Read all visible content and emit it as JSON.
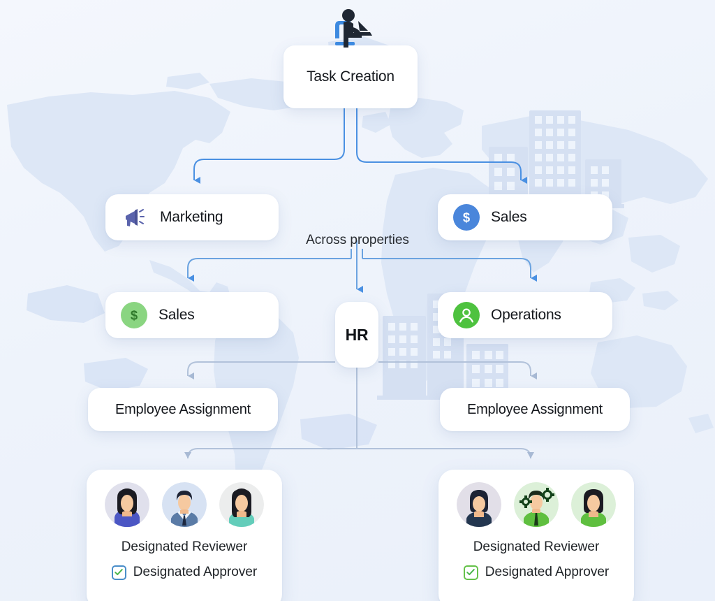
{
  "diagram": {
    "title": "Task Creation",
    "background": {
      "map_name": "world-map-watermark",
      "buildings_name": "city-skyline-watermark",
      "base_color": "#eef3fb",
      "map_color": "#dde6f5",
      "building_color": "#dce5f4"
    },
    "caption": "Across properties",
    "colors": {
      "connector_primary": "#4a90e2",
      "connector_muted": "#aebdd6",
      "sales_blue": "#4a86db",
      "sales_green": "#7ed07a",
      "operations_green": "#4ec23f",
      "marketing_purple": "#5a63ac",
      "checkbox_blue": "#4a8ec9",
      "checkbox_green": "#66c24a",
      "card_white": "#ffffff",
      "text_dark": "#14171c"
    },
    "nodes": {
      "task_creation": {
        "label": "Task Creation",
        "icon": "person-at-laptop-icon"
      },
      "marketing": {
        "label": "Marketing",
        "icon": "megaphone-icon"
      },
      "sales_top": {
        "label": "Sales",
        "icon": "dollar-circle-blue-icon"
      },
      "sales_mid": {
        "label": "Sales",
        "icon": "dollar-circle-green-icon"
      },
      "operations": {
        "label": "Operations",
        "icon": "person-circle-green-icon"
      },
      "hr": {
        "label": "HR"
      },
      "employee_assignment_left": {
        "label": "Employee Assignment"
      },
      "employee_assignment_right": {
        "label": "Employee Assignment"
      }
    },
    "approver_cards": [
      {
        "side": "left",
        "reviewer_label": "Designated Reviewer",
        "approver_label": "Designated Approver",
        "checkbox_checked": true,
        "checkbox_color": "#4a8ec9",
        "avatars": [
          {
            "name": "avatar-woman-purple",
            "bg": "#e0e0ec",
            "hair": "#1b1b22",
            "shirt": "#4b56c4",
            "skin": "#f6c9a0"
          },
          {
            "name": "avatar-man-suit",
            "bg": "#d7e2f3",
            "hair": "#1d2334",
            "shirt": "#5a7ba6",
            "skin": "#f6c9a0"
          },
          {
            "name": "avatar-woman-teal",
            "bg": "#eceded",
            "hair": "#1b1b22",
            "shirt": "#63cdba",
            "skin": "#f6c9a0"
          }
        ]
      },
      {
        "side": "right",
        "reviewer_label": "Designated Reviewer",
        "approver_label": "Designated Approver",
        "checkbox_checked": true,
        "checkbox_color": "#66c24a",
        "avatars": [
          {
            "name": "avatar-woman-navy",
            "bg": "#e2dfe8",
            "hair": "#1d2334",
            "shirt": "#23364f",
            "skin": "#f6c9a0"
          },
          {
            "name": "avatar-man-gears",
            "bg": "#dcf0d8",
            "hair": "#1b2a1b",
            "shirt": "#5fbf3f",
            "skin": "#f6c9a0"
          },
          {
            "name": "avatar-woman-green",
            "bg": "#dcf0d8",
            "hair": "#1b1b22",
            "shirt": "#5fbf3f",
            "skin": "#f6c9a0"
          }
        ]
      }
    ],
    "connectors": [
      {
        "name": "task-to-marketing",
        "from": "task_creation",
        "to": "marketing",
        "style": "primary"
      },
      {
        "name": "task-to-sales-top",
        "from": "task_creation",
        "to": "sales_top",
        "style": "primary"
      },
      {
        "name": "row-to-sales-mid",
        "from": "sales_top",
        "to": "sales_mid",
        "style": "primary"
      },
      {
        "name": "row-to-hr",
        "from": "sales_top",
        "to": "hr",
        "style": "primary"
      },
      {
        "name": "row-to-operations",
        "from": "sales_top",
        "to": "operations",
        "style": "primary"
      },
      {
        "name": "hr-to-emp-left",
        "from": "hr",
        "to": "employee_assignment_left",
        "style": "muted"
      },
      {
        "name": "hr-to-emp-right",
        "from": "hr",
        "to": "employee_assignment_right",
        "style": "muted"
      },
      {
        "name": "hr-to-card-left",
        "from": "hr",
        "to": "approver_card_left",
        "style": "muted"
      },
      {
        "name": "hr-to-card-right",
        "from": "hr",
        "to": "approver_card_right",
        "style": "muted"
      }
    ]
  }
}
